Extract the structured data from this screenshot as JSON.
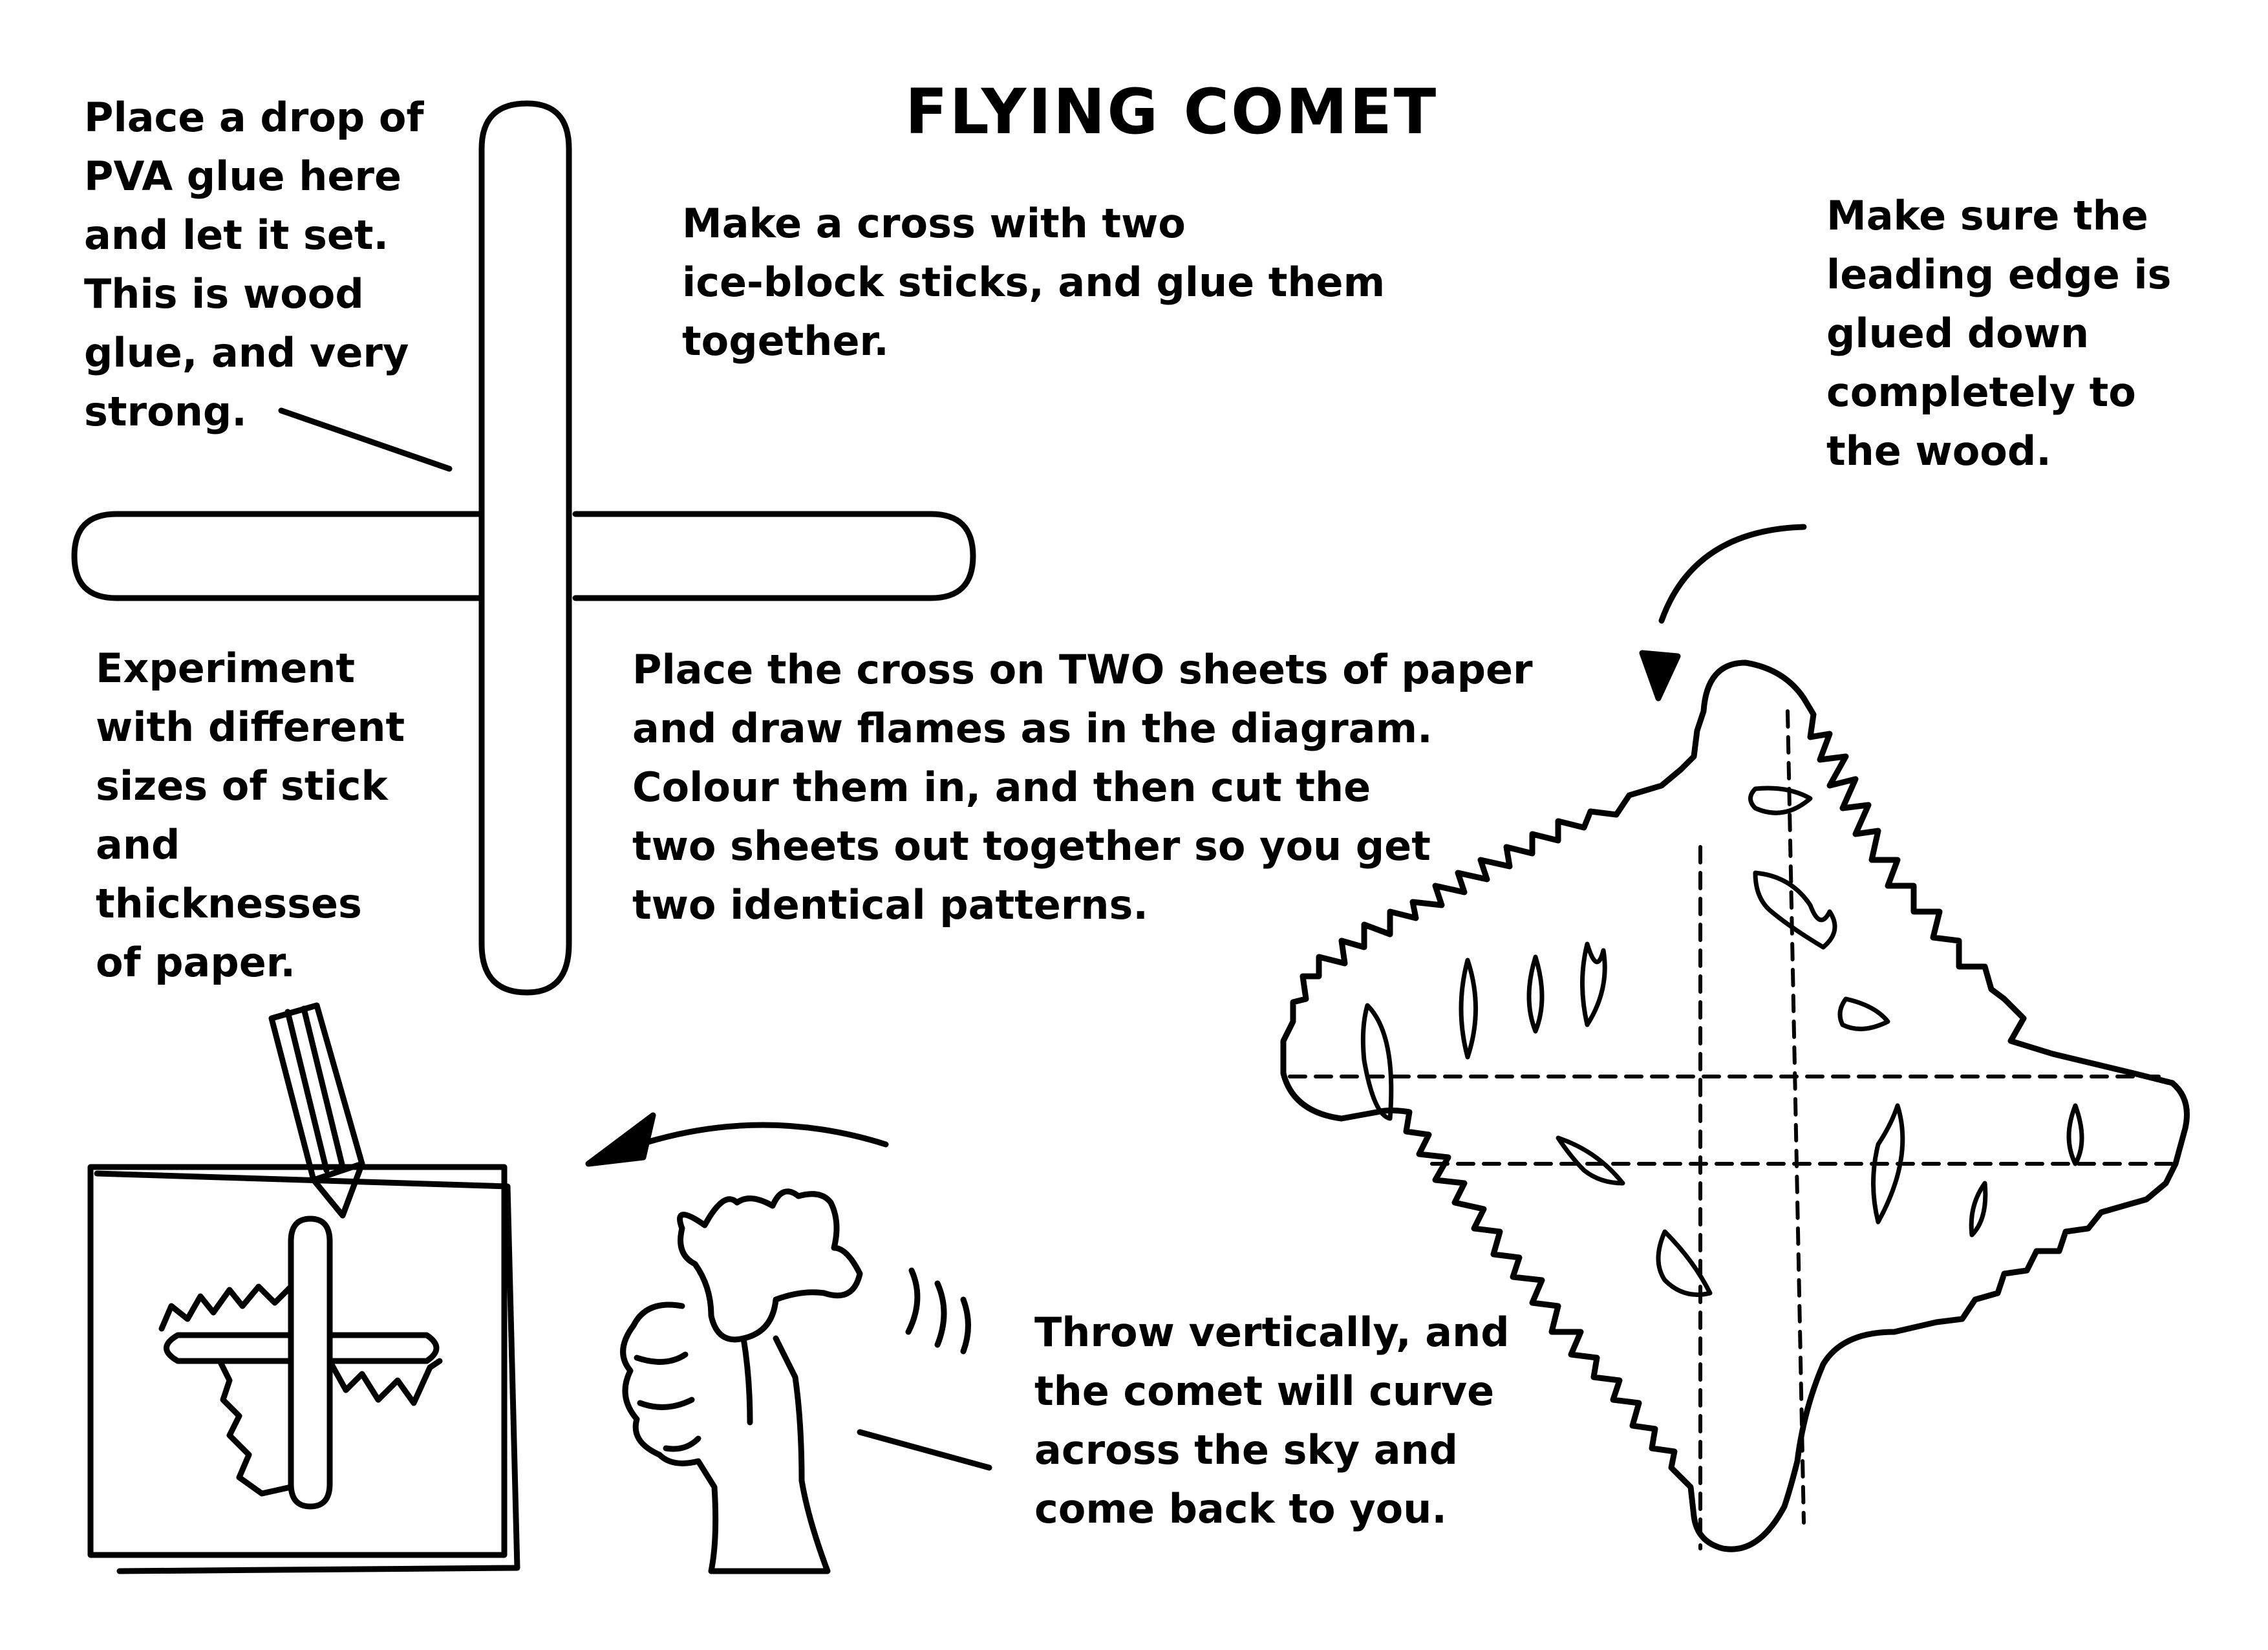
{
  "title": "FLYING COMET",
  "notes": {
    "glue_drop": [
      "Place a drop of",
      "PVA glue here",
      "and let it set.",
      "This is wood",
      "glue, and very",
      "strong."
    ],
    "make_cross": [
      "Make a cross with two",
      "ice-block sticks, and glue them",
      "together."
    ],
    "leading_edge": [
      "Make sure the",
      "leading edge is",
      "glued down",
      "completely to",
      "the wood."
    ],
    "experiment": [
      "Experiment",
      "with different",
      "sizes  of stick",
      "and",
      "thicknesses",
      "of paper."
    ],
    "place_cross": [
      "Place the cross on TWO sheets of paper",
      "and draw flames as in the diagram.",
      "Colour them in, and then cut the",
      "two sheets out together so you get",
      "two identical patterns."
    ],
    "throw": [
      "Throw vertically, and",
      "the comet will curve",
      "across the sky and",
      "come back to you."
    ]
  },
  "illustrations": {
    "cross": "ice-block-stick-cross",
    "drawing": "pencil-tracing-on-paper",
    "hand": "hand-throwing-comet",
    "comet": "flame-shaped-comet-with-dashed-sticks",
    "ink_color": "#000000",
    "paper_color": "#ffffff"
  }
}
